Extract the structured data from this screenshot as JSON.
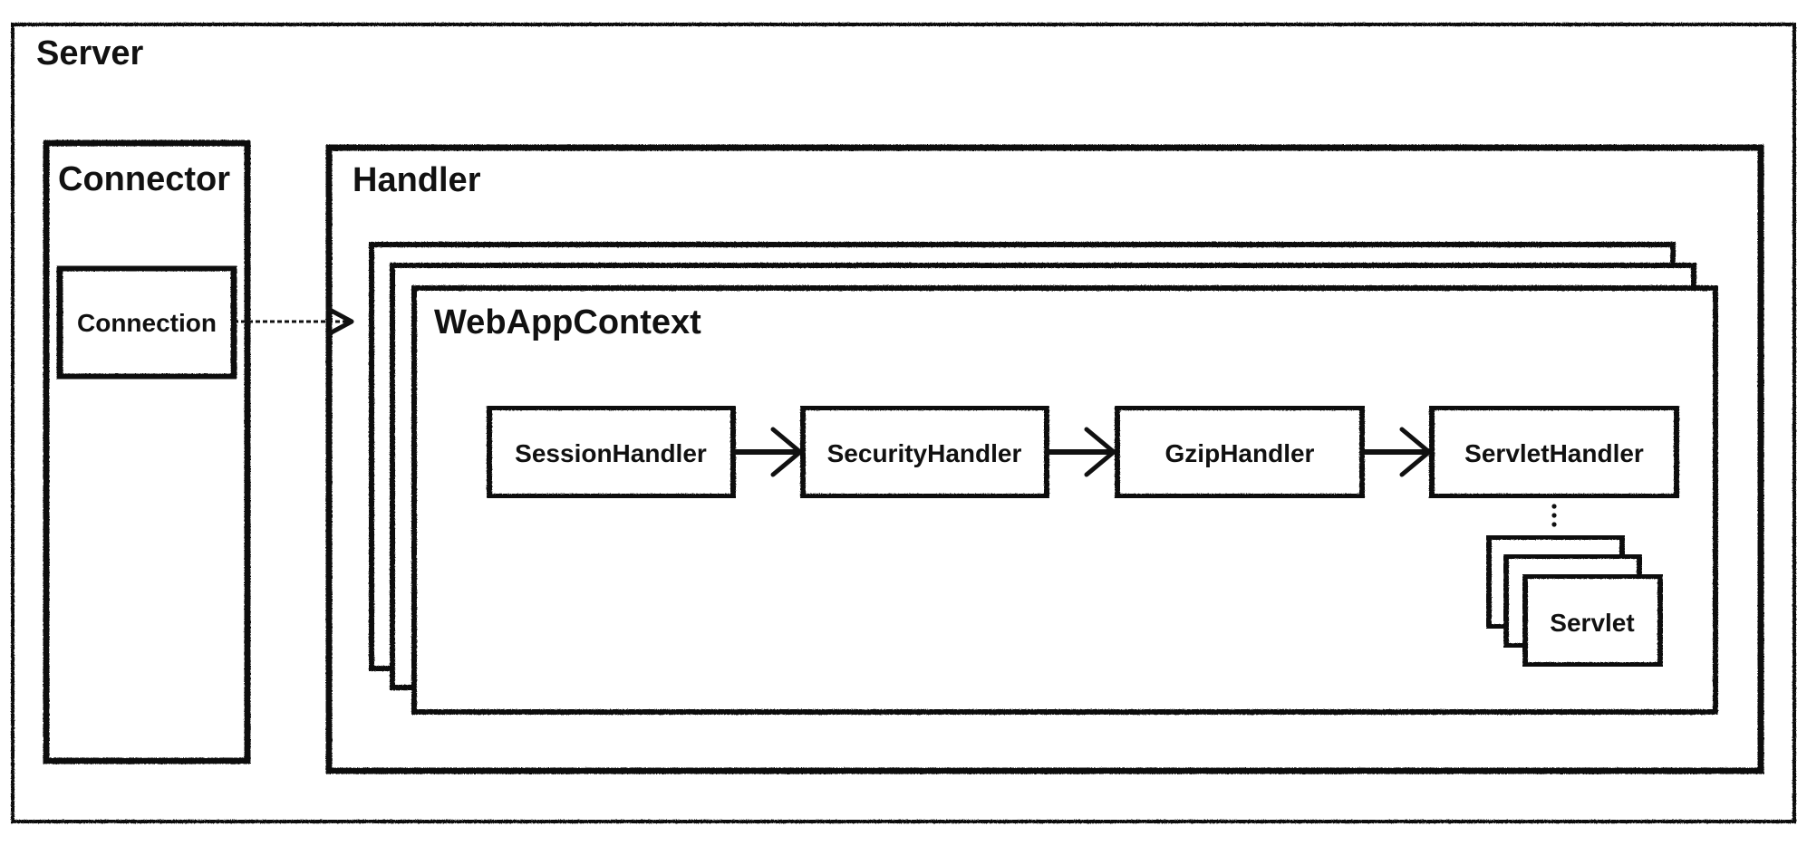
{
  "diagram": {
    "server": {
      "label": "Server"
    },
    "connector": {
      "label": "Connector"
    },
    "connection": {
      "label": "Connection"
    },
    "handler": {
      "label": "Handler"
    },
    "webapp_context": {
      "label": "WebAppContext"
    },
    "chain": {
      "session_handler": "SessionHandler",
      "security_handler": "SecurityHandler",
      "gzip_handler": "GzipHandler",
      "servlet_handler": "ServletHandler"
    },
    "servlet": {
      "label": "Servlet"
    },
    "colors": {
      "stroke": "#111111",
      "background": "#ffffff"
    }
  }
}
